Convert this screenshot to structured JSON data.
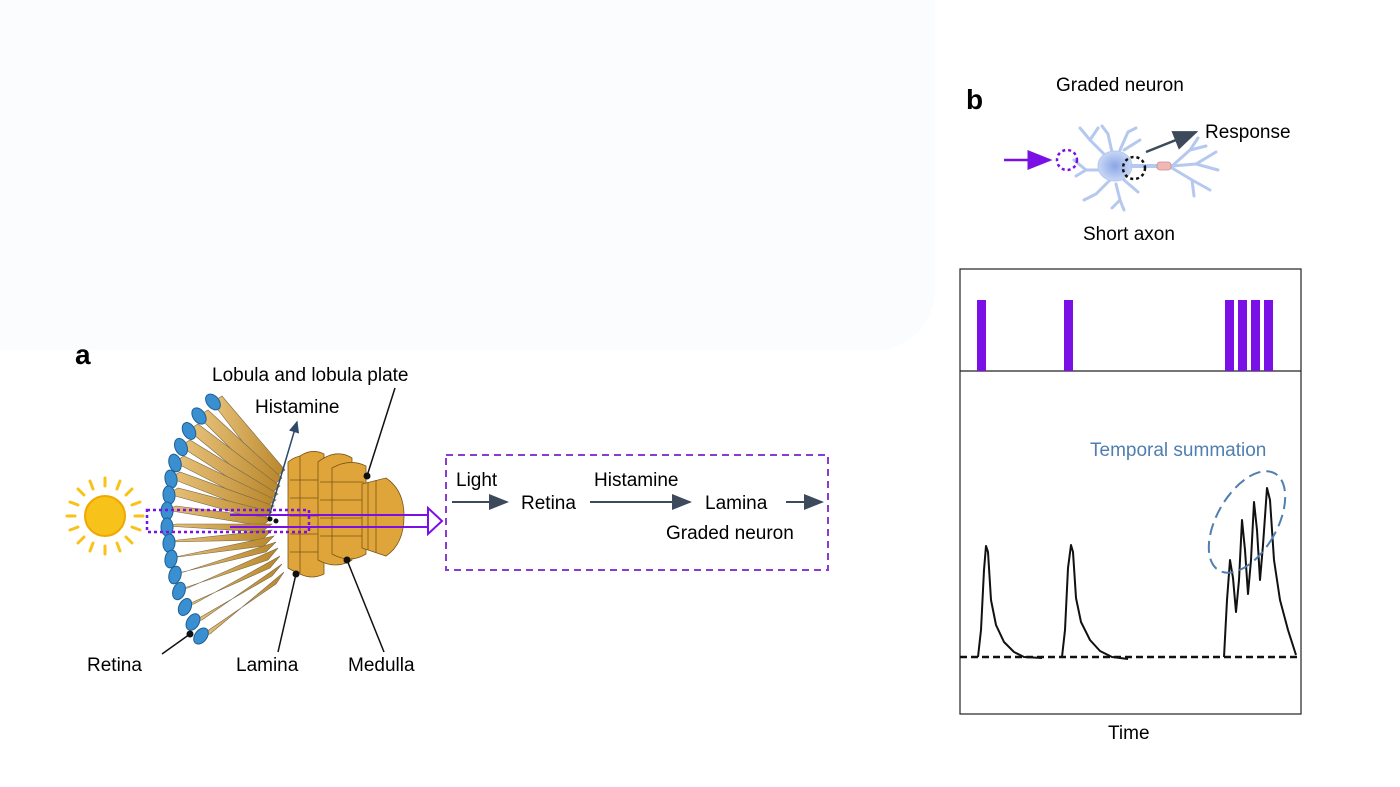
{
  "panel_a": {
    "letter": "a",
    "labels": {
      "lobula": "Lobula and lobula plate",
      "histamine": "Histamine",
      "retina": "Retina",
      "lamina": "Lamina",
      "medulla": "Medulla"
    },
    "flow": {
      "light": "Light",
      "retina": "Retina",
      "histamine": "Histamine",
      "lamina": "Lamina",
      "graded_neuron": "Graded neuron"
    }
  },
  "panel_b": {
    "letter": "b",
    "title": "Graded neuron",
    "response": "Response",
    "short_axon": "Short axon",
    "temporal_summation": "Temporal summation",
    "time_label": "Time"
  },
  "colors": {
    "purple": "#7a10e6",
    "dashed_purple": "#8a3bd0",
    "arrow_gray": "#3d4a5c",
    "temporal_blue": "#4f7fb0",
    "lens_blue": "#3a8fd0",
    "tube_gold": "#e0a53a",
    "sun": "#f7c21a",
    "neuron": "#b5c8ef"
  },
  "icons": [
    "sun-icon",
    "compound-eye-icon",
    "neuron-icon"
  ]
}
